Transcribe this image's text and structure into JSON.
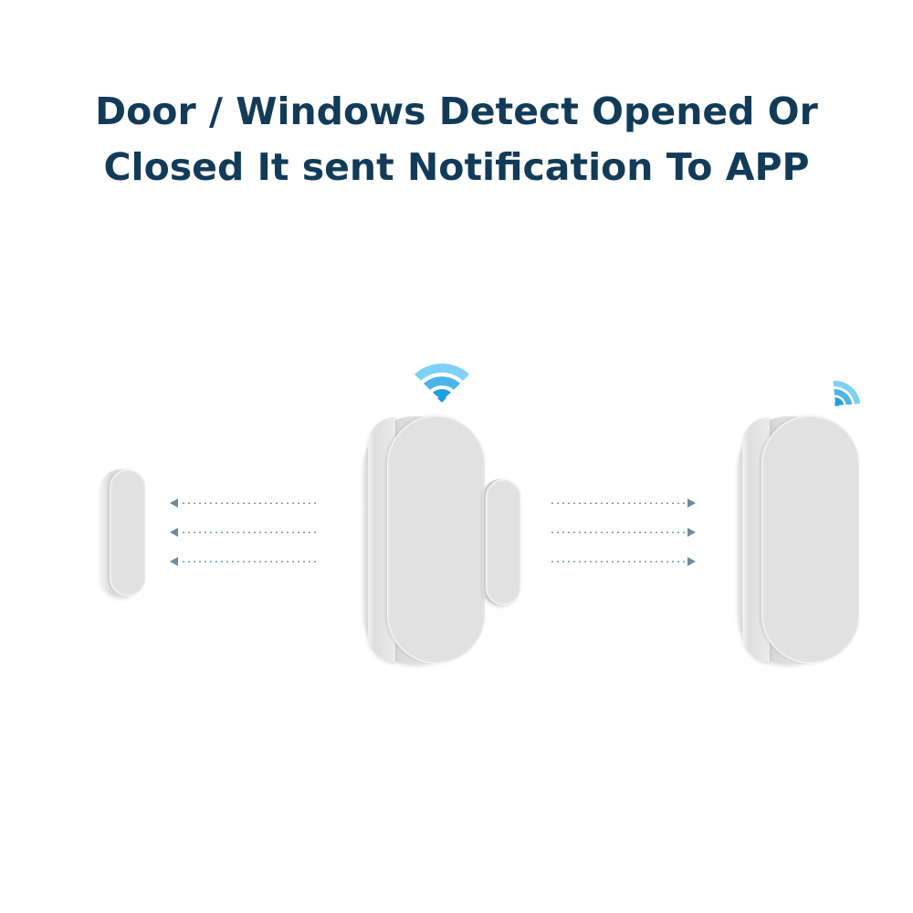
{
  "headline": {
    "line1": "Door / Windows Detect Opened Or",
    "line2": "Closed It sent Notification To APP",
    "color": "#123b58"
  },
  "scene": {
    "left": {
      "magnet": "magnet-separated",
      "arrows_direction": "left",
      "arrow_count": 3
    },
    "center": {
      "sensor": "sensor-with-magnet-attached",
      "signal_icon": "wifi-icon"
    },
    "right": {
      "sensor": "sensor-alone",
      "arrows_direction": "right",
      "arrow_count": 3,
      "signal_icon": "wifi-icon-tilted"
    },
    "colors": {
      "device_face": "#e1e1e1",
      "arrow": "#6f8a9e",
      "wifi_outer": "#7fd0f6",
      "wifi_middle": "#4db3ea",
      "wifi_inner": "#1f9fe0",
      "background": "#ffffff"
    }
  }
}
